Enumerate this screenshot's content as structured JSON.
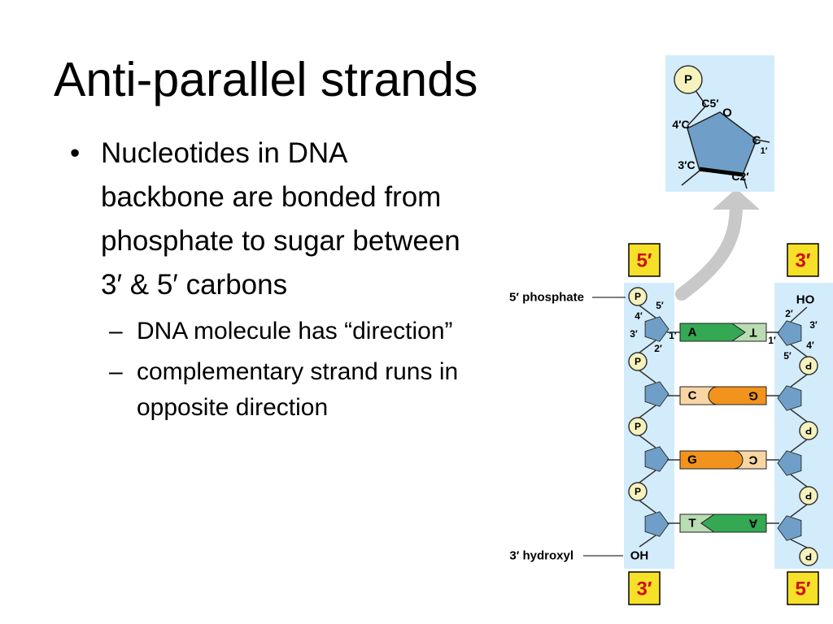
{
  "slide": {
    "title": "Anti-parallel strands",
    "bullet_glyph": "•",
    "dash_glyph": "–",
    "bullet": {
      "line1": "Nucleotides in DNA",
      "line2": "backbone are bonded from",
      "line3": "phosphate to sugar between",
      "line4": "3′ & 5′ carbons"
    },
    "sub_bullets": [
      {
        "line1": "DNA molecule has “direction”",
        "line2": ""
      },
      {
        "line1": "complementary strand runs in",
        "line2": "opposite direction"
      }
    ]
  },
  "diagram": {
    "colors": {
      "strand_bg": "#d3ecfb",
      "sugar": "#6f9fc8",
      "phosphate": "#f5f2bd",
      "label_box": "#f7e028",
      "label_text": "#cc1111",
      "green": "#34a853",
      "light_green": "#b9dcb3",
      "orange": "#f1931d",
      "light_orange": "#f8d6a4",
      "arrow": "#c8c8c8"
    },
    "inset": {
      "phosphate": "P",
      "c5": "C5′",
      "o": "O",
      "c4": "4′C",
      "c1": "C",
      "c1_sub": "1′",
      "c3": "3′C",
      "c2": "C2′"
    },
    "end_labels": {
      "top_left": "5′",
      "top_right": "3′",
      "bottom_left": "3′",
      "bottom_right": "5′"
    },
    "callouts": {
      "phosphate": "5′ phosphate",
      "hydroxyl": "3′ hydroxyl"
    },
    "phosphate_letter": "P",
    "ends": {
      "oh": "OH",
      "ho": "HO"
    },
    "carbon_numbers": {
      "left": {
        "c5": "5′",
        "c4": "4′",
        "c3": "3′",
        "c1": "1′",
        "c2": "2′"
      },
      "right": {
        "c2": "2′",
        "c3": "3′",
        "c1": "1′",
        "c4": "4′",
        "c5": "5′"
      }
    },
    "pairs": [
      {
        "left": "A",
        "right": "T"
      },
      {
        "left": "C",
        "right": "G"
      },
      {
        "left": "G",
        "right": "C"
      },
      {
        "left": "T",
        "right": "A"
      }
    ]
  }
}
